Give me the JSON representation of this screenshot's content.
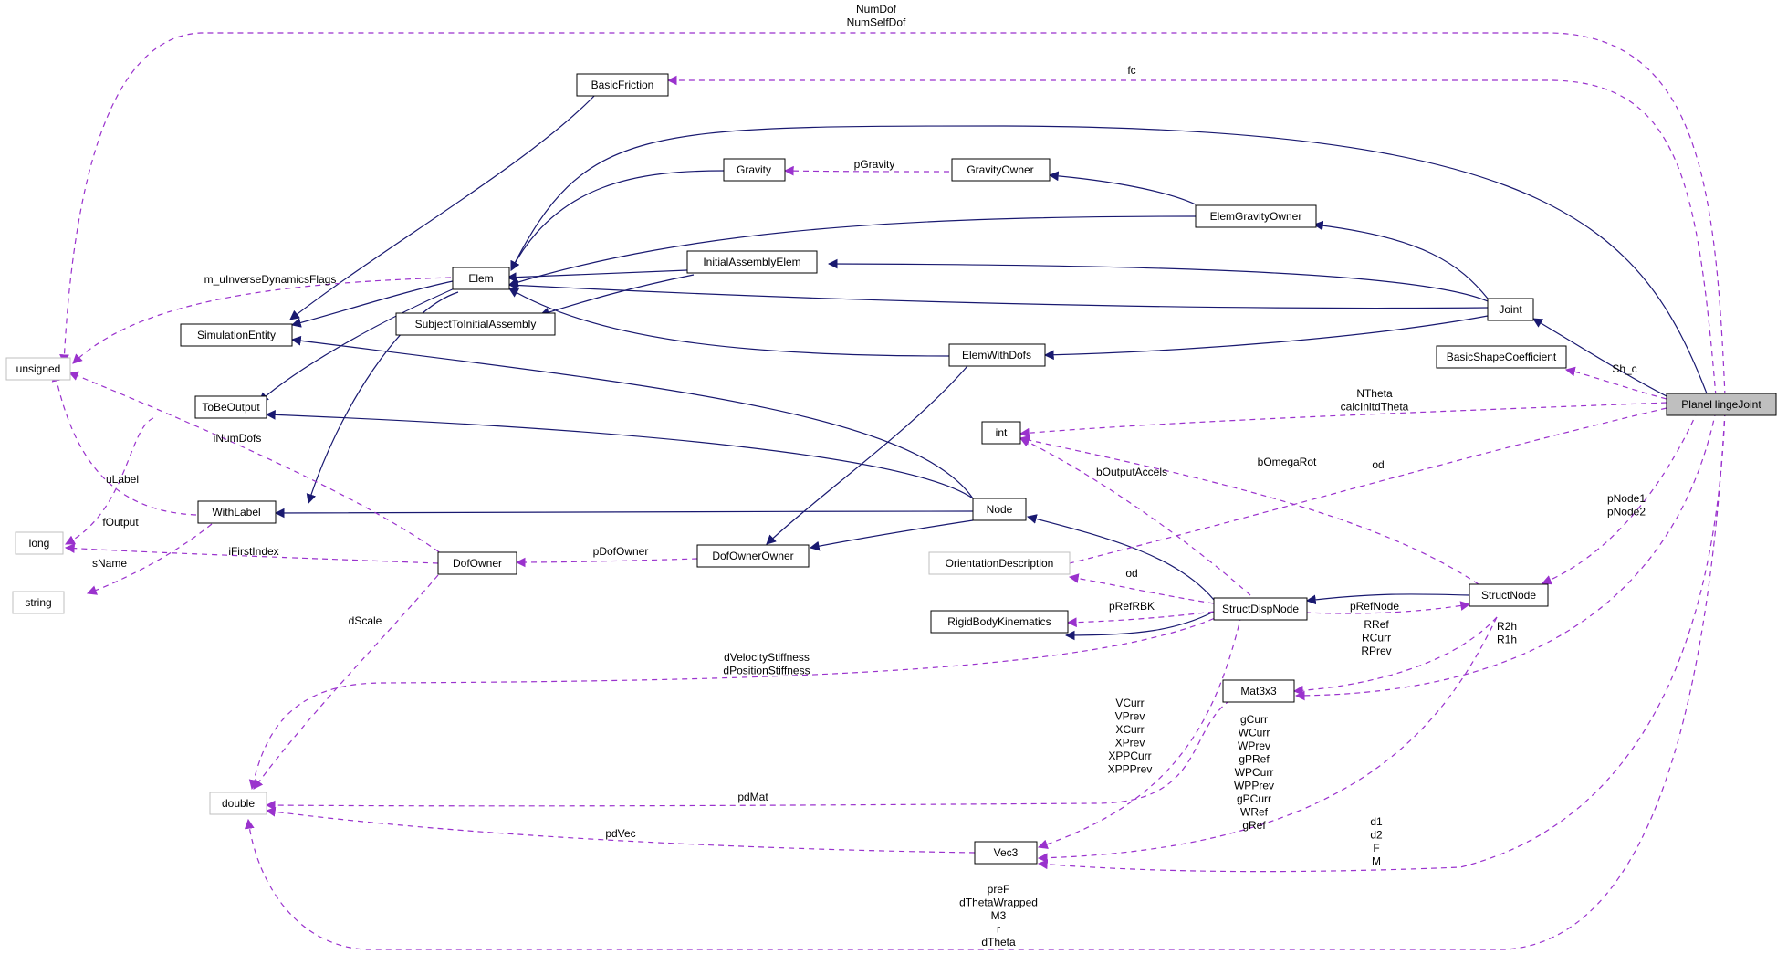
{
  "colors": {
    "inheritance": "#191970",
    "usage": "#9a32cd",
    "node_border": "#000000",
    "primitive_border": "#bfbfbf",
    "highlight_fill": "#bfbfbf"
  },
  "nodes": {
    "plane_hinge_joint": "PlaneHingeJoint",
    "basic_friction": "BasicFriction",
    "gravity": "Gravity",
    "gravity_owner": "GravityOwner",
    "elem_gravity_owner": "ElemGravityOwner",
    "elem": "Elem",
    "initial_assembly_elem": "InitialAssemblyElem",
    "subject_to_initial_assembly": "SubjectToInitialAssembly",
    "simulation_entity": "SimulationEntity",
    "joint": "Joint",
    "basic_shape_coefficient": "BasicShapeCoefficient",
    "elem_with_dofs": "ElemWithDofs",
    "unsigned": "unsigned",
    "to_be_output": "ToBeOutput",
    "int": "int",
    "with_label": "WithLabel",
    "node": "Node",
    "long": "long",
    "dof_owner": "DofOwner",
    "dof_owner_owner": "DofOwnerOwner",
    "string": "string",
    "orientation_description": "OrientationDescription",
    "struct_disp_node": "StructDispNode",
    "struct_node": "StructNode",
    "rigid_body_kinematics": "RigidBodyKinematics",
    "mat3x3": "Mat3x3",
    "double": "double",
    "vec3": "Vec3"
  },
  "edge_labels": {
    "num_dof": [
      "NumDof",
      "NumSelfDof"
    ],
    "fc": [
      "fc"
    ],
    "p_gravity": [
      "pGravity"
    ],
    "m_u_inverse": [
      "m_uInverseDynamicsFlags"
    ],
    "sh_c": [
      "Sh_c"
    ],
    "n_theta": [
      "NTheta",
      "calcInitdTheta"
    ],
    "i_num_dofs": [
      "iNumDofs"
    ],
    "b_omega_rot": [
      "bOmegaRot"
    ],
    "od_phj": [
      "od"
    ],
    "b_output_accels": [
      "bOutputAccels"
    ],
    "u_label": [
      "uLabel"
    ],
    "f_output": [
      "fOutput"
    ],
    "p_node": [
      "pNode1",
      "pNode2"
    ],
    "i_first_index": [
      "iFirstIndex"
    ],
    "p_dof_owner": [
      "pDofOwner"
    ],
    "s_name": [
      "sName"
    ],
    "od_sdn": [
      "od"
    ],
    "p_ref_rbk": [
      "pRefRBK"
    ],
    "p_ref_node": [
      "pRefNode"
    ],
    "d_scale": [
      "dScale"
    ],
    "r_ref": [
      "RRef",
      "RCurr",
      "RPrev"
    ],
    "r2h": [
      "R2h",
      "R1h"
    ],
    "d_velocity": [
      "dVelocityStiffness",
      "dPositionStiffness"
    ],
    "v_curr": [
      "VCurr",
      "VPrev",
      "XCurr",
      "XPrev",
      "XPPCurr",
      "XPPPrev"
    ],
    "g_curr": [
      "gCurr",
      "WCurr",
      "WPrev",
      "gPRef",
      "WPCurr",
      "WPPrev",
      "gPCurr",
      "WRef",
      "gRef"
    ],
    "pd_mat": [
      "pdMat"
    ],
    "d1": [
      "d1",
      "d2",
      "F",
      "M"
    ],
    "pd_vec": [
      "pdVec"
    ],
    "pre_f": [
      "preF",
      "dThetaWrapped",
      "M3",
      "r",
      "dTheta"
    ]
  }
}
